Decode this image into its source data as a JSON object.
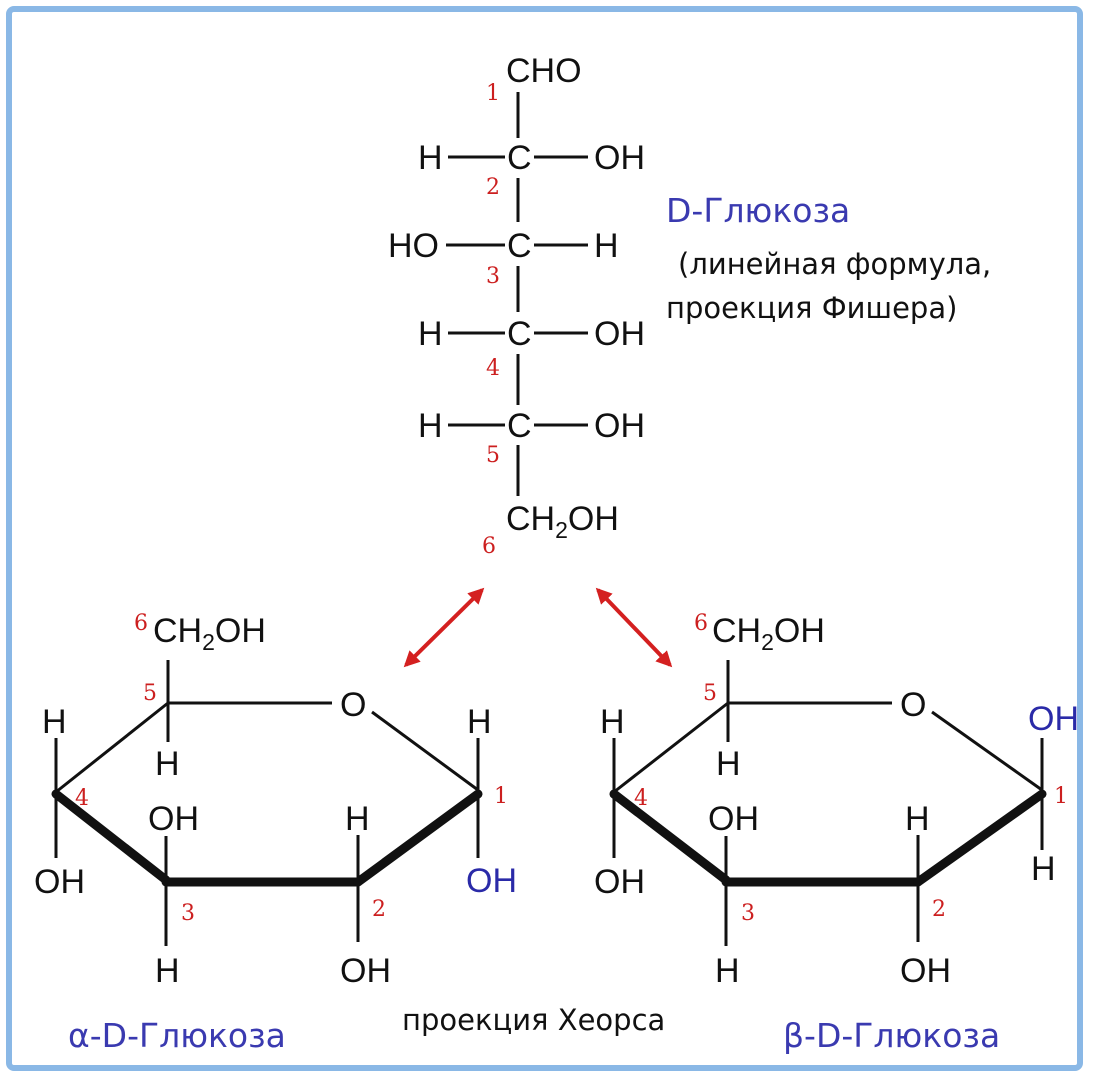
{
  "fischer": {
    "top_group": "CHO",
    "rows": [
      {
        "left": "H",
        "center": "C",
        "right": "OH"
      },
      {
        "left": "HO",
        "center": "C",
        "right": "H"
      },
      {
        "left": "H",
        "center": "C",
        "right": "OH"
      },
      {
        "left": "H",
        "center": "C",
        "right": "OH"
      }
    ],
    "bottom_group_main": "CH",
    "bottom_group_sub": "2",
    "bottom_group_tail": "OH",
    "numbers": [
      "1",
      "2",
      "3",
      "4",
      "5",
      "6"
    ],
    "title": "D-Глюкоза",
    "subtitle_line1": "(линейная формула,",
    "subtitle_line2": "проекция Фишера)"
  },
  "alpha": {
    "ch2_main": "CH",
    "ch2_sub": "2",
    "ch2_tail": "OH",
    "ring_o": "O",
    "c1_top": "H",
    "c1_bottom": "OH",
    "c2_top": "H",
    "c2_bottom": "OH",
    "c3_top": "OH",
    "c3_bottom": "H",
    "c4_top": "H",
    "c4_bottom": "OH",
    "c5_bottom": "H",
    "numbers": [
      "1",
      "2",
      "3",
      "4",
      "5",
      "6"
    ],
    "caption": "α-D-Глюкоза"
  },
  "beta": {
    "ch2_main": "CH",
    "ch2_sub": "2",
    "ch2_tail": "OH",
    "ring_o": "O",
    "c1_top": "OH",
    "c1_bottom": "H",
    "c2_top": "H",
    "c2_bottom": "OH",
    "c3_top": "OH",
    "c3_bottom": "H",
    "c4_top": "H",
    "c4_bottom": "OH",
    "c5_bottom": "H",
    "numbers": [
      "1",
      "2",
      "3",
      "4",
      "5",
      "6"
    ],
    "caption": "β-D-Глюкоза"
  },
  "haworth_caption": "проекция Хеорса",
  "colors": {
    "frame": "#8ab8e6",
    "numbers": "#cc1f1f",
    "captions": "#3a3ab0",
    "arrows": "#d42020"
  }
}
